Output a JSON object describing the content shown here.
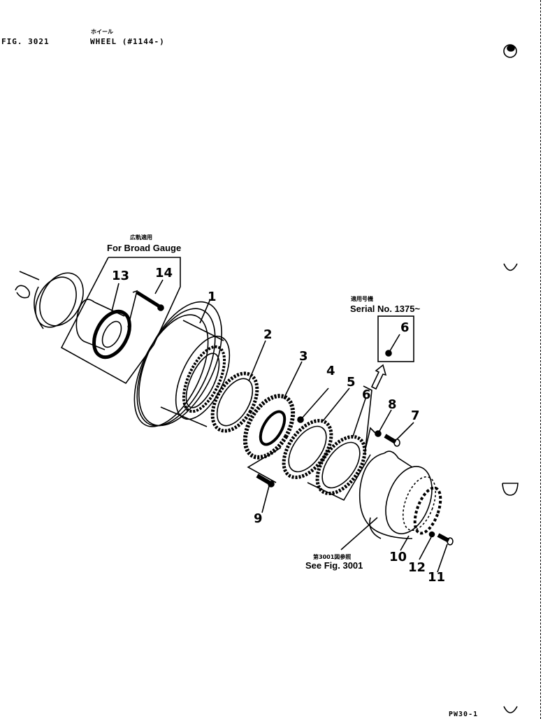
{
  "header": {
    "figure_id": "FIG. 3021",
    "title_jp": "ホイール",
    "title": "WHEEL (#1144-)"
  },
  "notes": {
    "broad_gauge_jp": "広軌適用",
    "broad_gauge": "For Broad Gauge",
    "serial_jp": "適用号機",
    "serial": "Serial No. 1375~",
    "see_fig_jp": "第3001図参照",
    "see_fig": "See Fig. 3001"
  },
  "callouts": [
    {
      "id": "1",
      "label": "1"
    },
    {
      "id": "2",
      "label": "2"
    },
    {
      "id": "3",
      "label": "3"
    },
    {
      "id": "4",
      "label": "4"
    },
    {
      "id": "5",
      "label": "5"
    },
    {
      "id": "6",
      "label": "6"
    },
    {
      "id": "6b",
      "label": "6"
    },
    {
      "id": "7",
      "label": "7"
    },
    {
      "id": "8",
      "label": "8"
    },
    {
      "id": "9",
      "label": "9"
    },
    {
      "id": "10",
      "label": "10"
    },
    {
      "id": "11",
      "label": "11"
    },
    {
      "id": "12",
      "label": "12"
    },
    {
      "id": "13",
      "label": "13"
    },
    {
      "id": "14",
      "label": "14"
    }
  ],
  "footer": {
    "page_code": "PW30-1"
  },
  "colors": {
    "ink": "#000000",
    "paper": "#ffffff"
  }
}
